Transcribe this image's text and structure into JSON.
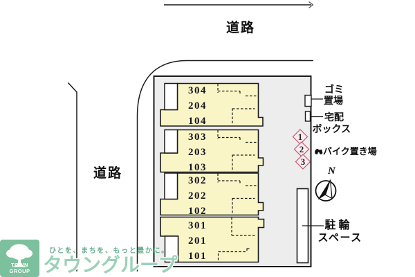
{
  "site": {
    "road_top": "道路",
    "road_left": "道路",
    "compass_label": "N"
  },
  "building": {
    "blocks": [
      {
        "units": [
          "304",
          "204",
          "104"
        ]
      },
      {
        "units": [
          "303",
          "203",
          "103"
        ]
      },
      {
        "units": [
          "302",
          "202",
          "102"
        ]
      },
      {
        "units": [
          "301",
          "201",
          "101"
        ]
      }
    ]
  },
  "facilities": {
    "garbage_line1": "ゴミ",
    "garbage_line2": "置場",
    "delivery_line1": "宅配",
    "delivery_line2": "ボックス",
    "bike_area_label": "バイク置き場",
    "bike_spots": [
      "1",
      "2",
      "3"
    ],
    "bicycle_line1": "駐輪",
    "bicycle_line2": "スペース"
  },
  "branding": {
    "logo_name": "TOWN GROUP",
    "tagline": "ひとを、まちを、もっと豊かに。",
    "company_name": "タウングループ"
  },
  "colors": {
    "line_dark": "#1a1a1a",
    "lot_fill": "#ededed",
    "building_fill": "#f9f5c7",
    "notch_fill": "#ffffff",
    "bike_spot_fill": "#fcebef",
    "bike_spot_border": "#c2566e",
    "logo_green": "#7cc09e",
    "tagline_green": "#69b08e",
    "company_green": "#9bd1bb"
  }
}
